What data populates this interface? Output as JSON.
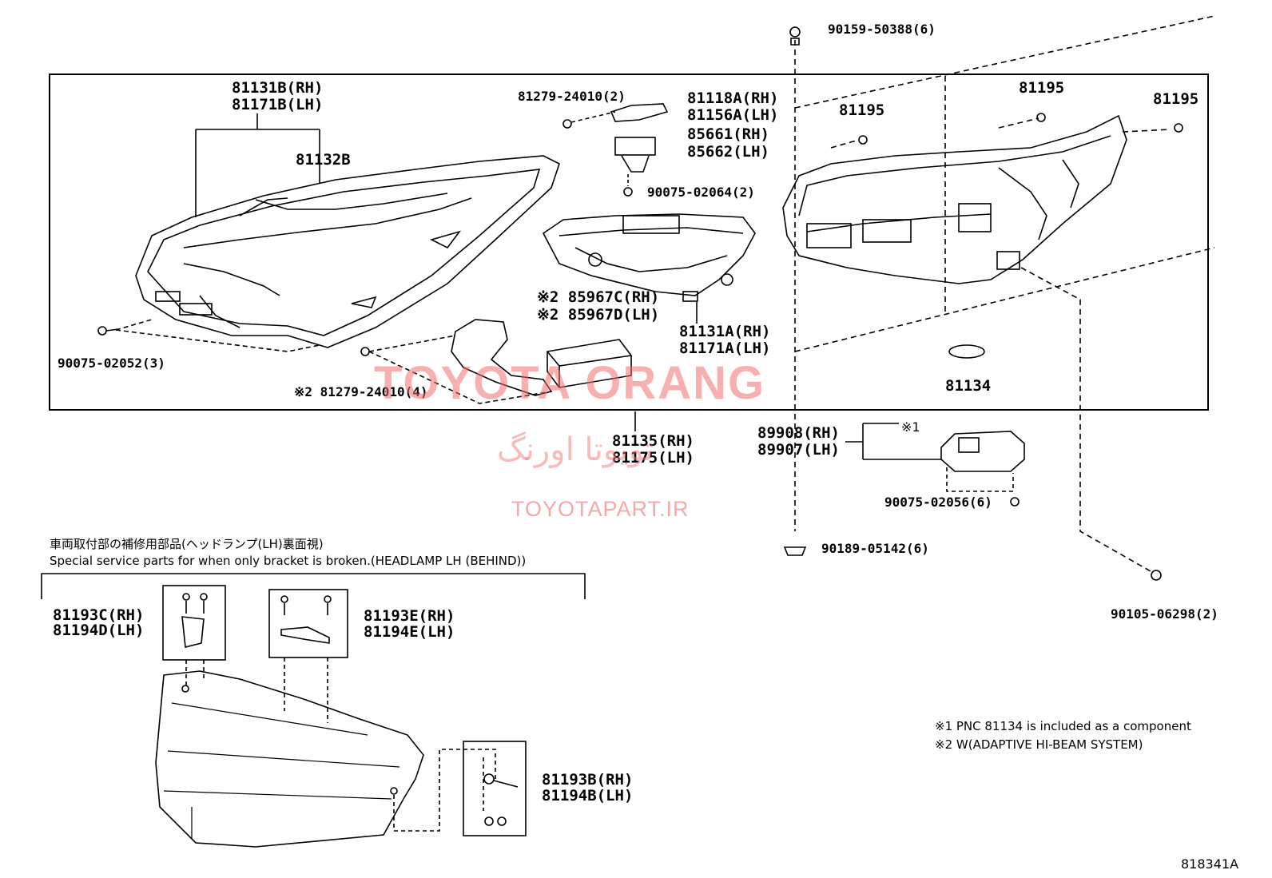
{
  "labels": {
    "p81131b": "81131B(RH)",
    "p81171b": "81171B(LH)",
    "p81132b": "81132B",
    "p90075_02052": "90075-02052(3)",
    "p81279_top": "81279-24010(2)",
    "p81118a": "81118A(RH)",
    "p81156a": "81156A(LH)",
    "p85661": "85661(RH)",
    "p85662": "85662(LH)",
    "p90075_02064": "90075-02064(2)",
    "p85967c": "※2 85967C(RH)",
    "p85967d": "※2 85967D(LH)",
    "p81131a": "81131A(RH)",
    "p81171a": "81171A(LH)",
    "p81279_bot": "※2 81279-24010(4)",
    "p81135": "81135(RH)",
    "p81175": "81175(LH)",
    "p90159": "90159-50388(6)",
    "p81195_a": "81195",
    "p81195_b": "81195",
    "p81195_c": "81195",
    "p81134": "81134",
    "p89908": "89908(RH)",
    "p89907": "89907(LH)",
    "mark1": "※1",
    "p90075_02056": "90075-02056(6)",
    "p90189": "90189-05142(6)",
    "p90105": "90105-06298(2)",
    "p81193c": "81193C(RH)",
    "p81194d": "81194D(LH)",
    "p81193e": "81193E(RH)",
    "p81194e": "81194E(LH)",
    "p81193b": "81193B(RH)",
    "p81194b": "81194B(LH)"
  },
  "service": {
    "jp_title": "車両取付部の補修用部品(ヘッドランプ(LH)裏面視)",
    "en_title": "Special service parts for when only bracket is broken.(HEADLAMP LH (BEHIND))"
  },
  "notes": {
    "n1": "※1 PNC 81134 is included as a component",
    "n2": "※2 W(ADAPTIVE HI-BEAM SYSTEM)"
  },
  "watermark": {
    "brand": "TOYOTA ORANG",
    "persian": "تویوتا اورنگ",
    "site": "TOYOTAPART.IR"
  },
  "ref_code": "818341A"
}
